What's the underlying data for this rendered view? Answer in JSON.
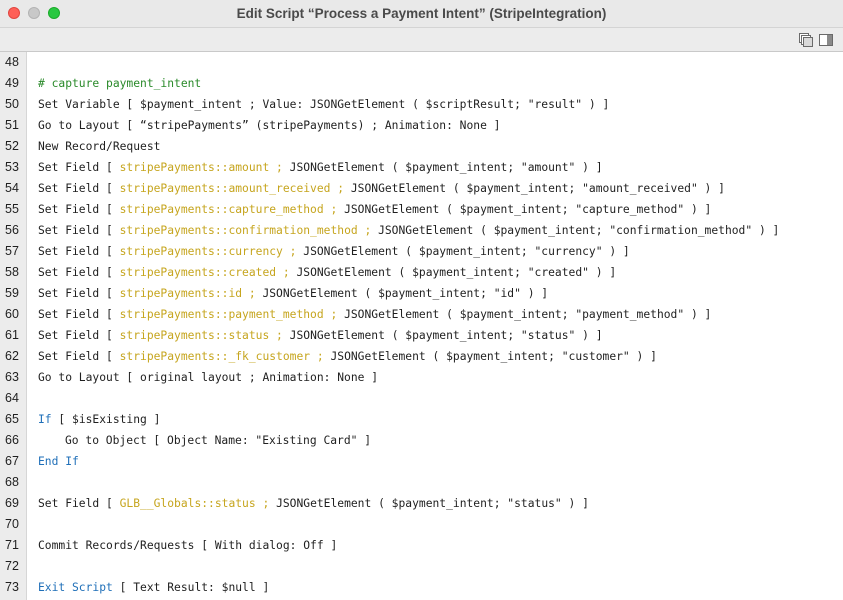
{
  "window": {
    "title": "Edit Script “Process a Payment Intent” (StripeIntegration)"
  },
  "colors": {
    "comment": "#2a8a2a",
    "keyword": "#1f6fb8",
    "field": "#c6a51e",
    "text": "#1f1f1f"
  },
  "toolbar": {
    "icons": [
      "windows-icon",
      "sidebar-panel-icon"
    ]
  },
  "lines": [
    {
      "n": "48",
      "indent": 0,
      "parts": []
    },
    {
      "n": "49",
      "indent": 0,
      "parts": [
        {
          "t": "# capture payment_intent",
          "c": "comment"
        }
      ]
    },
    {
      "n": "50",
      "indent": 0,
      "parts": [
        {
          "t": "Set Variable [ $payment_intent ; Value: JSONGetElement ( $scriptResult; \"result\" ) ]",
          "c": "plain"
        }
      ]
    },
    {
      "n": "51",
      "indent": 0,
      "parts": [
        {
          "t": "Go to Layout [ “stripePayments” (stripePayments) ; Animation: None ]",
          "c": "plain"
        }
      ]
    },
    {
      "n": "52",
      "indent": 0,
      "parts": [
        {
          "t": "New Record/Request",
          "c": "plain"
        }
      ]
    },
    {
      "n": "53",
      "indent": 0,
      "parts": [
        {
          "t": "Set Field [ ",
          "c": "plain"
        },
        {
          "t": "stripePayments::amount ; ",
          "c": "field"
        },
        {
          "t": "JSONGetElement ( $payment_intent; \"amount\" ) ]",
          "c": "plain"
        }
      ]
    },
    {
      "n": "54",
      "indent": 0,
      "parts": [
        {
          "t": "Set Field [ ",
          "c": "plain"
        },
        {
          "t": "stripePayments::amount_received ; ",
          "c": "field"
        },
        {
          "t": "JSONGetElement ( $payment_intent; \"amount_received\" ) ]",
          "c": "plain"
        }
      ]
    },
    {
      "n": "55",
      "indent": 0,
      "parts": [
        {
          "t": "Set Field [ ",
          "c": "plain"
        },
        {
          "t": "stripePayments::capture_method ; ",
          "c": "field"
        },
        {
          "t": "JSONGetElement ( $payment_intent; \"capture_method\" ) ]",
          "c": "plain"
        }
      ]
    },
    {
      "n": "56",
      "indent": 0,
      "parts": [
        {
          "t": "Set Field [ ",
          "c": "plain"
        },
        {
          "t": "stripePayments::confirmation_method ; ",
          "c": "field"
        },
        {
          "t": "JSONGetElement ( $payment_intent; \"confirmation_method\" ) ]",
          "c": "plain"
        }
      ]
    },
    {
      "n": "57",
      "indent": 0,
      "parts": [
        {
          "t": "Set Field [ ",
          "c": "plain"
        },
        {
          "t": "stripePayments::currency ; ",
          "c": "field"
        },
        {
          "t": "JSONGetElement ( $payment_intent; \"currency\" ) ]",
          "c": "plain"
        }
      ]
    },
    {
      "n": "58",
      "indent": 0,
      "parts": [
        {
          "t": "Set Field [ ",
          "c": "plain"
        },
        {
          "t": "stripePayments::created ; ",
          "c": "field"
        },
        {
          "t": "JSONGetElement ( $payment_intent; \"created\" ) ]",
          "c": "plain"
        }
      ]
    },
    {
      "n": "59",
      "indent": 0,
      "parts": [
        {
          "t": "Set Field [ ",
          "c": "plain"
        },
        {
          "t": "stripePayments::id ; ",
          "c": "field"
        },
        {
          "t": "JSONGetElement ( $payment_intent; \"id\" ) ]",
          "c": "plain"
        }
      ]
    },
    {
      "n": "60",
      "indent": 0,
      "parts": [
        {
          "t": "Set Field [ ",
          "c": "plain"
        },
        {
          "t": "stripePayments::payment_method ; ",
          "c": "field"
        },
        {
          "t": "JSONGetElement ( $payment_intent; \"payment_method\" ) ]",
          "c": "plain"
        }
      ]
    },
    {
      "n": "61",
      "indent": 0,
      "parts": [
        {
          "t": "Set Field [ ",
          "c": "plain"
        },
        {
          "t": "stripePayments::status ; ",
          "c": "field"
        },
        {
          "t": "JSONGetElement ( $payment_intent; \"status\" ) ]",
          "c": "plain"
        }
      ]
    },
    {
      "n": "62",
      "indent": 0,
      "parts": [
        {
          "t": "Set Field [ ",
          "c": "plain"
        },
        {
          "t": "stripePayments::_fk_customer ; ",
          "c": "field"
        },
        {
          "t": "JSONGetElement ( $payment_intent; \"customer\" ) ]",
          "c": "plain"
        }
      ]
    },
    {
      "n": "63",
      "indent": 0,
      "parts": [
        {
          "t": "Go to Layout [ original layout ; Animation: None ]",
          "c": "plain"
        }
      ]
    },
    {
      "n": "64",
      "indent": 0,
      "parts": []
    },
    {
      "n": "65",
      "indent": 0,
      "parts": [
        {
          "t": "If",
          "c": "kw"
        },
        {
          "t": " [ $isExisting ]",
          "c": "plain"
        }
      ]
    },
    {
      "n": "66",
      "indent": 1,
      "parts": [
        {
          "t": "Go to Object [ Object Name: \"Existing Card\" ]",
          "c": "plain"
        }
      ]
    },
    {
      "n": "67",
      "indent": 0,
      "parts": [
        {
          "t": "End If",
          "c": "kw"
        }
      ]
    },
    {
      "n": "68",
      "indent": 0,
      "parts": []
    },
    {
      "n": "69",
      "indent": 0,
      "parts": [
        {
          "t": "Set Field [ ",
          "c": "plain"
        },
        {
          "t": "GLB__Globals::status ; ",
          "c": "field"
        },
        {
          "t": "JSONGetElement ( $payment_intent; \"status\" ) ]",
          "c": "plain"
        }
      ]
    },
    {
      "n": "70",
      "indent": 0,
      "parts": []
    },
    {
      "n": "71",
      "indent": 0,
      "parts": [
        {
          "t": "Commit Records/Requests [ With dialog: Off ]",
          "c": "plain"
        }
      ]
    },
    {
      "n": "72",
      "indent": 0,
      "parts": []
    },
    {
      "n": "73",
      "indent": 0,
      "parts": [
        {
          "t": "Exit Script",
          "c": "kw"
        },
        {
          "t": " [ Text Result: $null ]",
          "c": "plain"
        }
      ]
    }
  ]
}
